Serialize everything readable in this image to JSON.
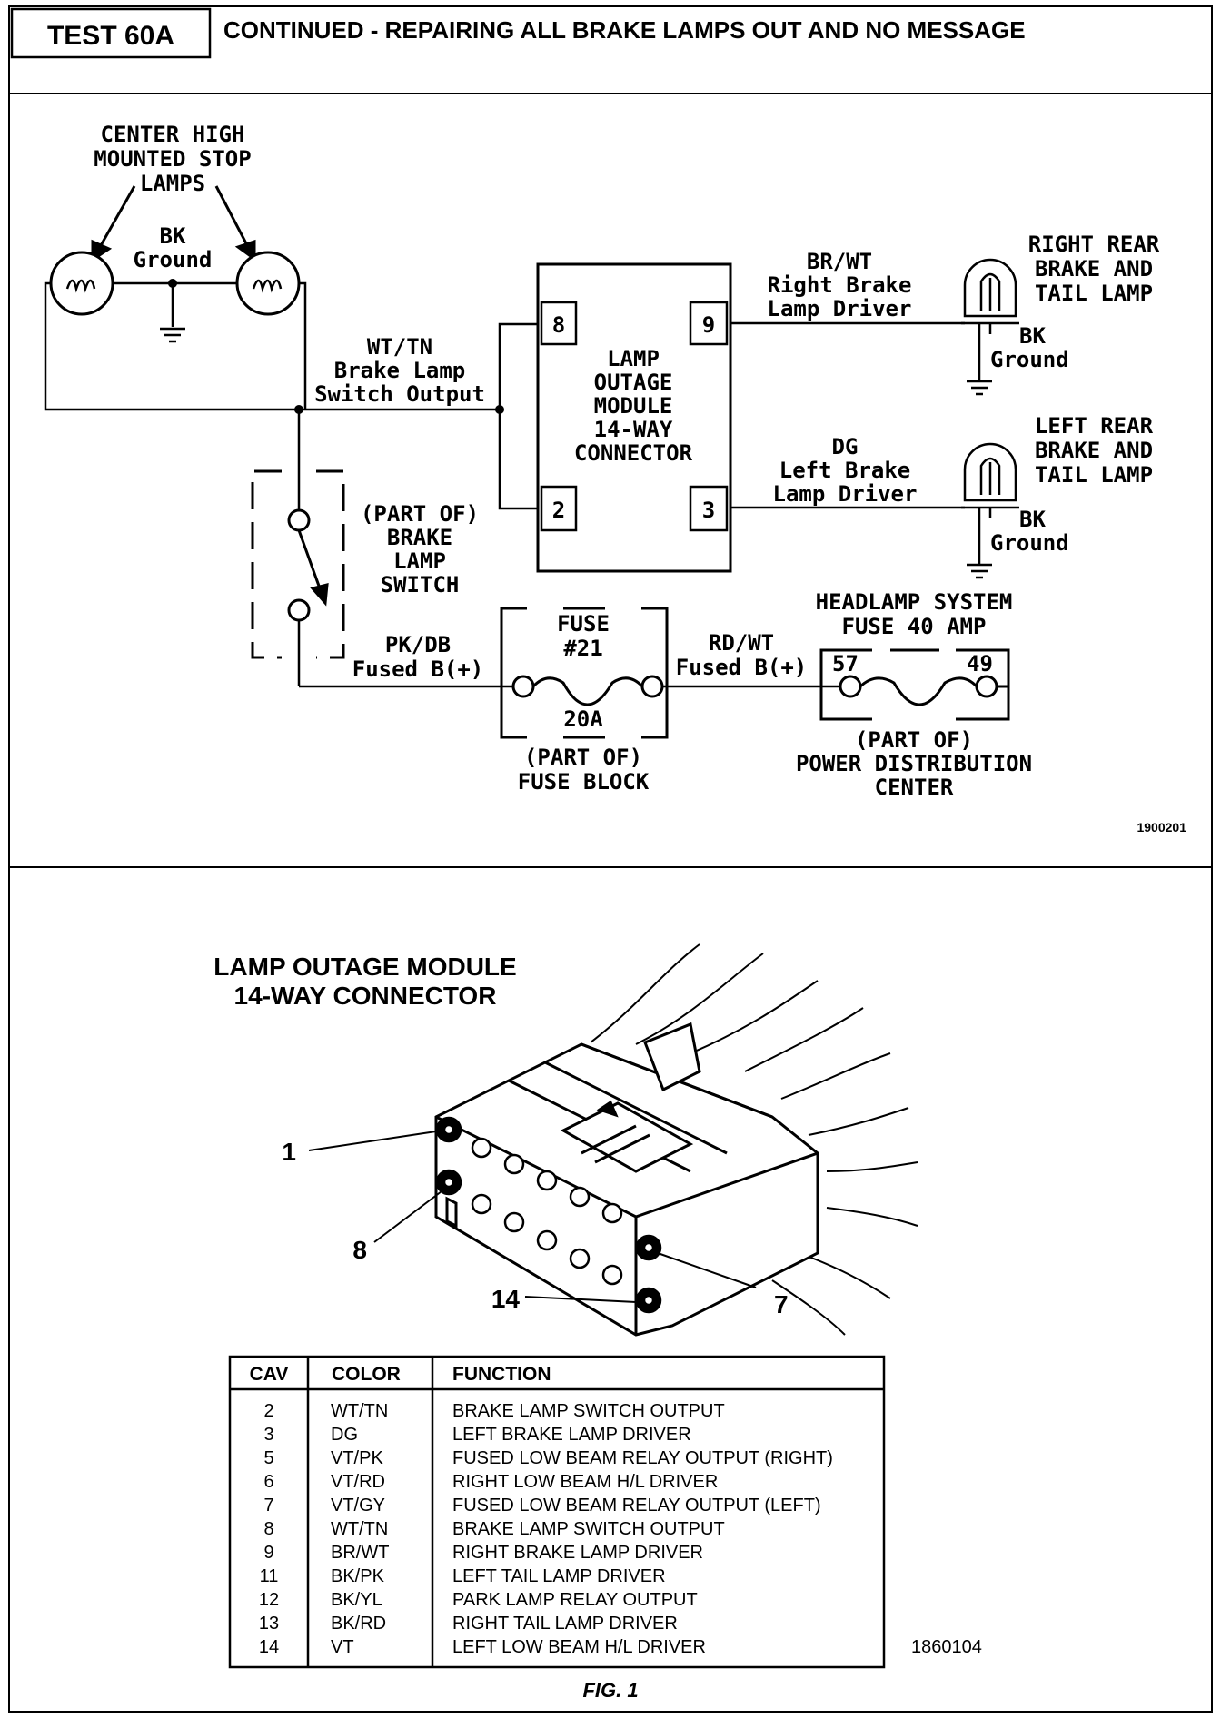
{
  "header": {
    "test_id": "TEST 60A",
    "title": "CONTINUED - REPAIRING ALL BRAKE LAMPS OUT AND NO MESSAGE"
  },
  "schematic": {
    "chmsl_label": [
      "CENTER HIGH",
      "MOUNTED STOP",
      "LAMPS"
    ],
    "chmsl_ground": [
      "BK",
      "Ground"
    ],
    "module_label": [
      "LAMP",
      "OUTAGE",
      "MODULE",
      "14-WAY",
      "CONNECTOR"
    ],
    "module_pins": {
      "p8": "8",
      "p9": "9",
      "p2": "2",
      "p3": "3"
    },
    "wire_wt_tn": [
      "WT/TN",
      "Brake Lamp",
      "Switch Output"
    ],
    "wire_br_wt": [
      "BR/WT",
      "Right Brake",
      "Lamp Driver"
    ],
    "wire_dg": [
      "DG",
      "Left Brake",
      "Lamp Driver"
    ],
    "right_rear_label": [
      "RIGHT REAR",
      "BRAKE AND",
      "TAIL LAMP"
    ],
    "right_rear_ground": [
      "BK",
      "Ground"
    ],
    "left_rear_label": [
      "LEFT REAR",
      "BRAKE AND",
      "TAIL LAMP"
    ],
    "left_rear_ground": [
      "BK",
      "Ground"
    ],
    "brake_switch_label": [
      "(PART OF)",
      "BRAKE",
      "LAMP",
      "SWITCH"
    ],
    "wire_pk_db": [
      "PK/DB",
      "Fused B(+)"
    ],
    "fuse21_label": [
      "FUSE",
      "#21"
    ],
    "fuse21_rating": "20A",
    "fuse_block_label": [
      "(PART OF)",
      "FUSE BLOCK"
    ],
    "wire_rd_wt": [
      "RD/WT",
      "Fused B(+)"
    ],
    "headlamp_fuse_label": [
      "HEADLAMP SYSTEM",
      "FUSE 40 AMP"
    ],
    "headlamp_fuse_pins": {
      "left": "57",
      "right": "49"
    },
    "pdc_label": [
      "(PART OF)",
      "POWER DISTRIBUTION",
      "CENTER"
    ],
    "ref_number": "1900201"
  },
  "connector": {
    "title": [
      "LAMP OUTAGE MODULE",
      "14-WAY CONNECTOR"
    ],
    "callouts": {
      "c1": "1",
      "c8": "8",
      "c7": "7",
      "c14": "14"
    }
  },
  "pin_table": {
    "headers": {
      "cav": "CAV",
      "color": "COLOR",
      "function": "FUNCTION"
    },
    "rows": [
      {
        "cav": "2",
        "color": "WT/TN",
        "function": "BRAKE LAMP SWITCH OUTPUT"
      },
      {
        "cav": "3",
        "color": "DG",
        "function": "LEFT BRAKE LAMP DRIVER"
      },
      {
        "cav": "5",
        "color": "VT/PK",
        "function": "FUSED LOW BEAM RELAY OUTPUT (RIGHT)"
      },
      {
        "cav": "6",
        "color": "VT/RD",
        "function": "RIGHT LOW BEAM H/L DRIVER"
      },
      {
        "cav": "7",
        "color": "VT/GY",
        "function": "FUSED LOW BEAM RELAY OUTPUT (LEFT)"
      },
      {
        "cav": "8",
        "color": "WT/TN",
        "function": "BRAKE LAMP SWITCH OUTPUT"
      },
      {
        "cav": "9",
        "color": "BR/WT",
        "function": "RIGHT BRAKE LAMP DRIVER"
      },
      {
        "cav": "11",
        "color": "BK/PK",
        "function": "LEFT TAIL LAMP DRIVER"
      },
      {
        "cav": "12",
        "color": "BK/YL",
        "function": "PARK LAMP RELAY OUTPUT"
      },
      {
        "cav": "13",
        "color": "BK/RD",
        "function": "RIGHT TAIL LAMP DRIVER"
      },
      {
        "cav": "14",
        "color": "VT",
        "function": "LEFT LOW BEAM H/L DRIVER"
      }
    ],
    "ref_number": "1860104"
  },
  "figure_caption": "FIG. 1"
}
